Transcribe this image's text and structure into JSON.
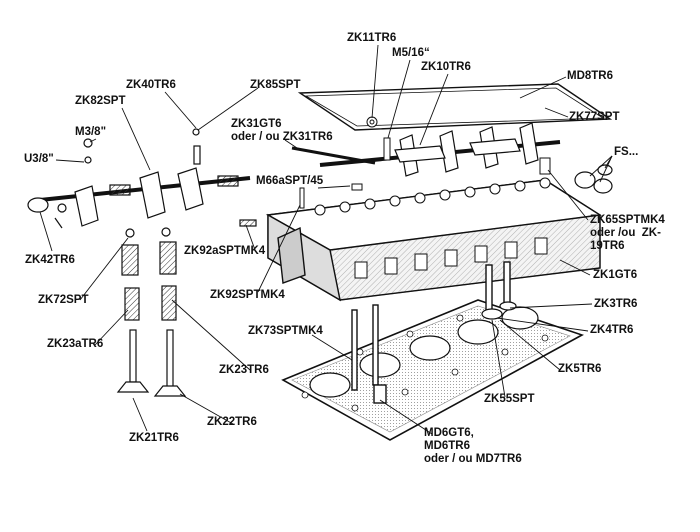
{
  "diagram": {
    "labels": {
      "ZK11TR6": "ZK11TR6",
      "M5_16": "M5/16“",
      "ZK10TR6": "ZK10TR6",
      "MD8TR6": "MD8TR6",
      "ZK40TR6": "ZK40TR6",
      "ZK85SPT": "ZK85SPT",
      "ZK82SPT": "ZK82SPT",
      "ZK31": "ZK31GT6\noder / ou ZK31TR6",
      "ZK77SPT": "ZK77SPT",
      "M3_8": "M3/8\"",
      "U3_8": "U3/8\"",
      "FS": "FS...",
      "M66aSPT": "M66aSPT/45",
      "ZK65": "ZK65SPTMK4\noder /ou  ZK-\n19TR6",
      "ZK92aSPTMK4": "ZK92aSPTMK4",
      "ZK42TR6": "ZK42TR6",
      "ZK1GT6": "ZK1GT6",
      "ZK72SPT": "ZK72SPT",
      "ZK92SPTMK4": "ZK92SPTMK4",
      "ZK3TR6": "ZK3TR6",
      "ZK4TR6": "ZK4TR6",
      "ZK73SPTMK4": "ZK73SPTMK4",
      "ZK23aTR6": "ZK23aTR6",
      "ZK5TR6": "ZK5TR6",
      "ZK23TR6": "ZK23TR6",
      "ZK55SPT": "ZK55SPT",
      "ZK22TR6": "ZK22TR6",
      "MD6": "MD6GT6,\nMD6TR6\noder / ou MD7TR6",
      "ZK21TR6": "ZK21TR6"
    }
  }
}
